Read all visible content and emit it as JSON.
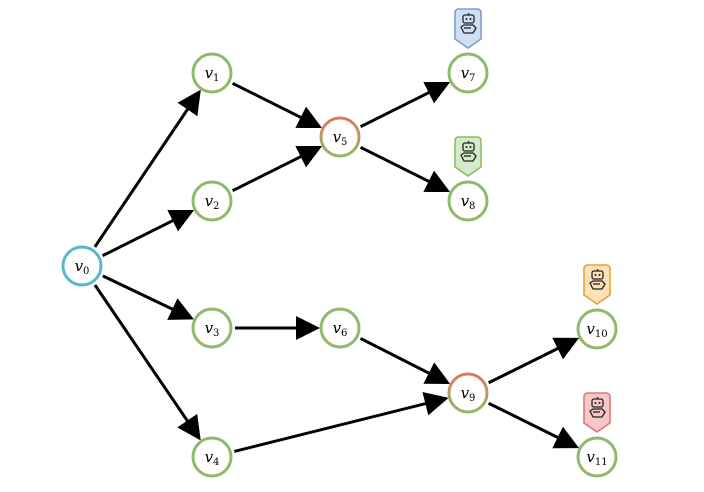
{
  "colors": {
    "root_ring": "#5bb8cc",
    "leaf_ring": "#8fba6c",
    "merge_ring_top": "#e07a5f",
    "merge_ring_bottom": "#8fba6c",
    "edge": "#000000"
  },
  "nodes": [
    {
      "id": "v0",
      "base": "v",
      "sub": "0",
      "ring": "root"
    },
    {
      "id": "v1",
      "base": "v",
      "sub": "1",
      "ring": "leaf"
    },
    {
      "id": "v2",
      "base": "v",
      "sub": "2",
      "ring": "leaf"
    },
    {
      "id": "v3",
      "base": "v",
      "sub": "3",
      "ring": "leaf"
    },
    {
      "id": "v4",
      "base": "v",
      "sub": "4",
      "ring": "leaf"
    },
    {
      "id": "v5",
      "base": "v",
      "sub": "5",
      "ring": "merge"
    },
    {
      "id": "v6",
      "base": "v",
      "sub": "6",
      "ring": "leaf"
    },
    {
      "id": "v7",
      "base": "v",
      "sub": "7",
      "ring": "leaf"
    },
    {
      "id": "v8",
      "base": "v",
      "sub": "8",
      "ring": "leaf"
    },
    {
      "id": "v9",
      "base": "v",
      "sub": "9",
      "ring": "merge"
    },
    {
      "id": "v10",
      "base": "v",
      "sub": "10",
      "ring": "leaf"
    },
    {
      "id": "v11",
      "base": "v",
      "sub": "11",
      "ring": "leaf"
    }
  ],
  "edges": [
    [
      "v0",
      "v1"
    ],
    [
      "v0",
      "v2"
    ],
    [
      "v0",
      "v3"
    ],
    [
      "v0",
      "v4"
    ],
    [
      "v1",
      "v5"
    ],
    [
      "v2",
      "v5"
    ],
    [
      "v3",
      "v6"
    ],
    [
      "v6",
      "v9"
    ],
    [
      "v4",
      "v9"
    ],
    [
      "v5",
      "v7"
    ],
    [
      "v5",
      "v8"
    ],
    [
      "v9",
      "v10"
    ],
    [
      "v9",
      "v11"
    ]
  ],
  "badges": [
    {
      "node": "v7",
      "icon": "robot-icon",
      "fill": "#cfe0f5",
      "stroke": "#7f9fc8"
    },
    {
      "node": "v8",
      "icon": "robot-icon",
      "fill": "#d3ebc9",
      "stroke": "#8fba6c"
    },
    {
      "node": "v10",
      "icon": "robot-icon",
      "fill": "#fde2b8",
      "stroke": "#e0a43a"
    },
    {
      "node": "v11",
      "icon": "robot-icon",
      "fill": "#f7c6c6",
      "stroke": "#d97a7a"
    }
  ]
}
